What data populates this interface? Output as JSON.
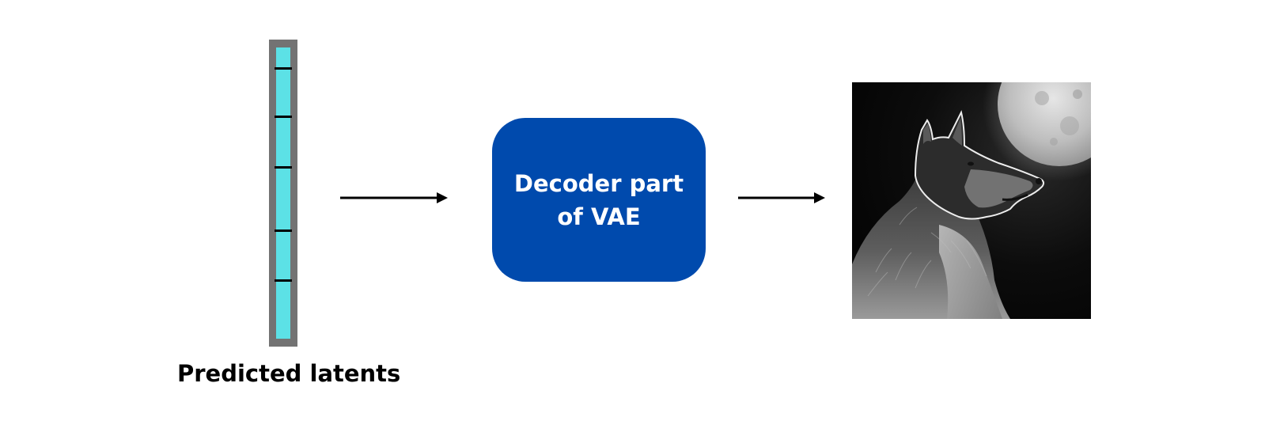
{
  "latents": {
    "label": "Predicted latents",
    "fill_color": "#5ce1e6",
    "border_color": "#737373"
  },
  "decoder": {
    "label": "Decoder part of VAE",
    "fill_color": "#004aad",
    "text_color": "#ffffff"
  },
  "output": {
    "icon": "wolf-howling-at-moon-image"
  }
}
